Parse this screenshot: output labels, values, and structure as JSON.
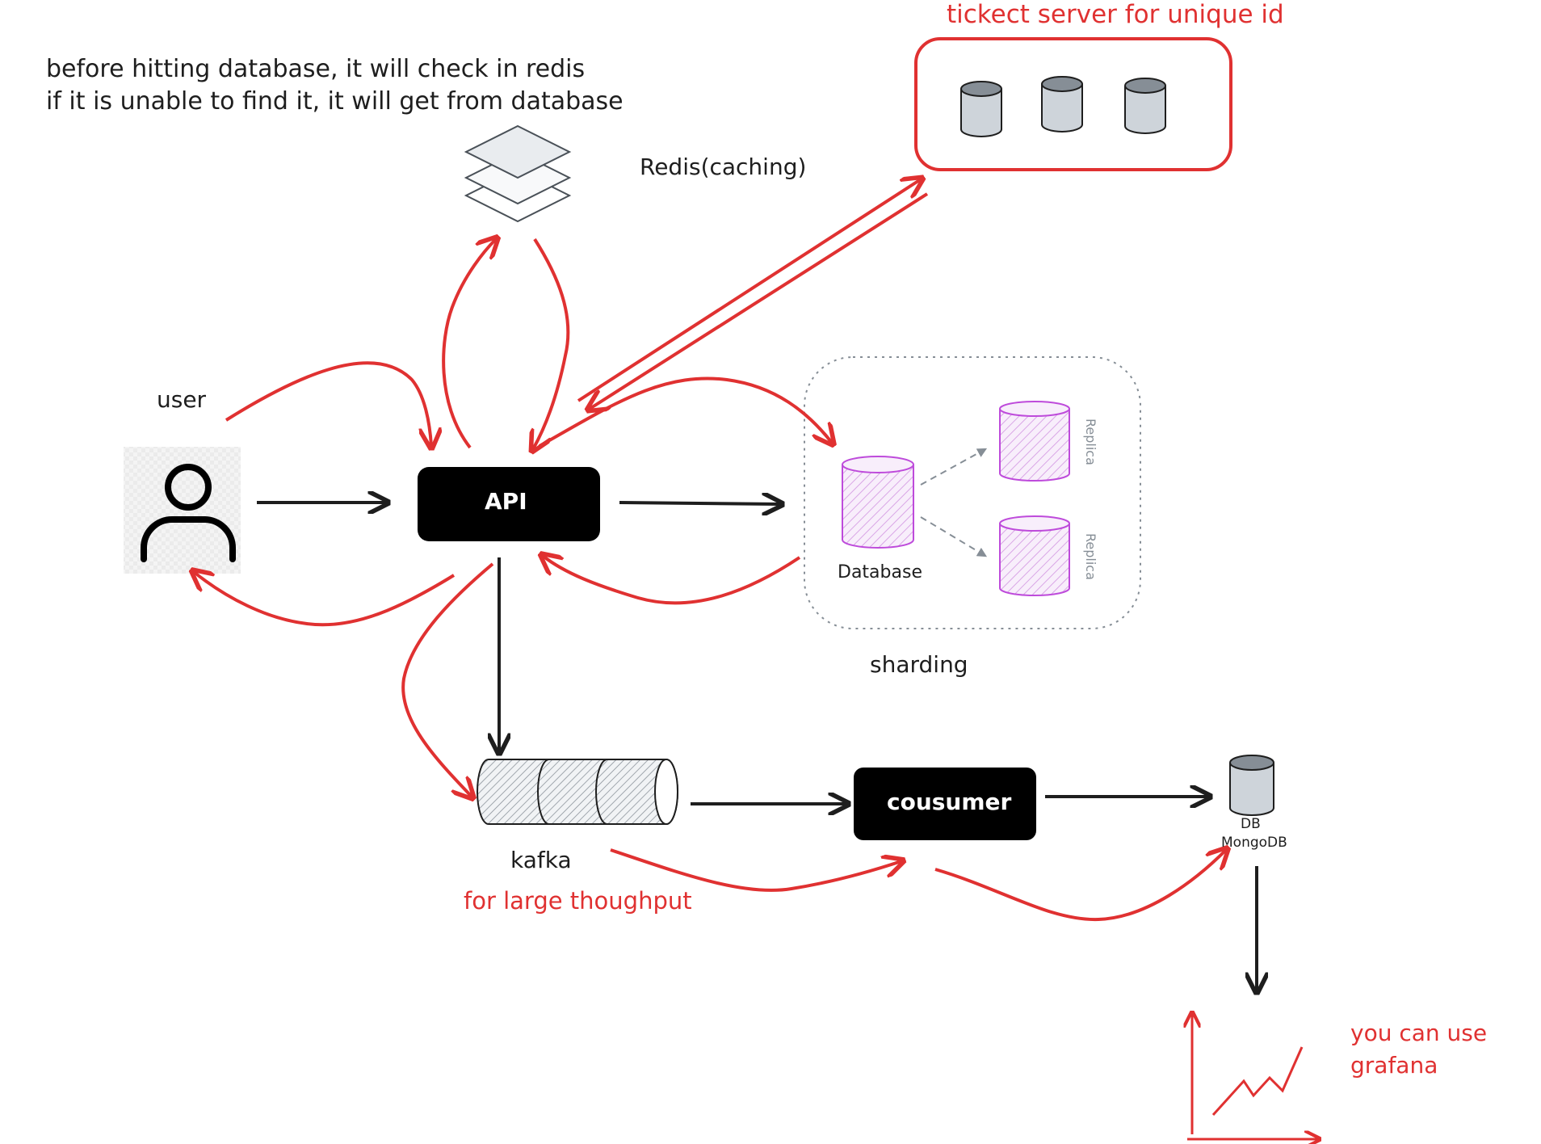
{
  "notes": {
    "redis_line1": "before hitting database, it will check in redis",
    "redis_line2": "if it is unable to find it, it will get from database",
    "ticket_server": "tickect server for unique id",
    "kafka_note": "for large thoughput",
    "grafana_line1": "you can use",
    "grafana_line2": "grafana"
  },
  "nodes": {
    "user": "user",
    "api": "API",
    "redis": "Redis(caching)",
    "database": "Database",
    "replica_top": "Replica",
    "replica_bottom": "Replica",
    "sharding": "sharding",
    "kafka": "kafka",
    "consumer": "cousumer",
    "db_small": "DB",
    "mongodb": "MongoDB"
  },
  "colors": {
    "red": "#e03131",
    "black": "#1e1e1e",
    "purple": "#be4bdb",
    "cylinder_gray": "#ced4da"
  },
  "icons": {
    "user": "user-icon",
    "redis": "layers-icon",
    "database": "database-cylinder-icon",
    "kafka": "queue-cylinder-icon",
    "chart": "line-chart-icon"
  }
}
